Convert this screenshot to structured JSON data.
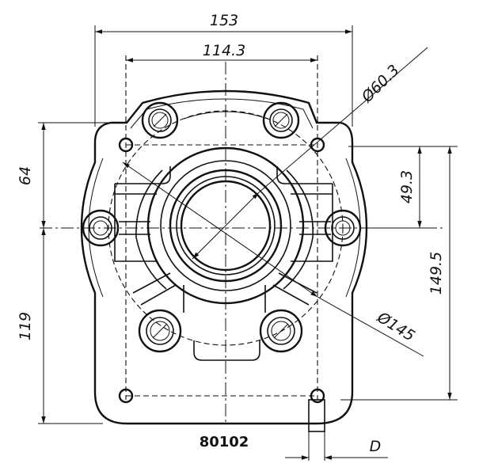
{
  "dimensions": {
    "overall_width": "153",
    "bolt_spacing": "114.3",
    "bore_diameter": "Ø60.3",
    "height_top": "64",
    "height_bottom": "119",
    "side_offset": "49.3",
    "overall_height": "149.5",
    "pcd": "Ø145",
    "detail_d": "D"
  },
  "part_number": "80102"
}
